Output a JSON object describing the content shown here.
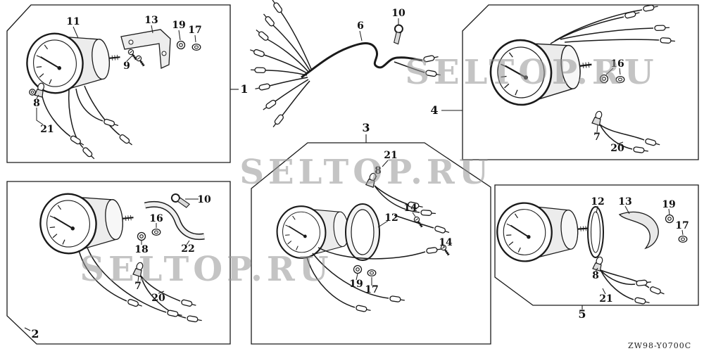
{
  "watermark": {
    "text": "SELTOP.RU"
  },
  "footer": {
    "code": "ZW98-Y0700C"
  },
  "sections": [
    {
      "name": "meter-group-1",
      "group": "1",
      "parts": [
        "11",
        "13",
        "19",
        "17",
        "9",
        "8",
        "21"
      ]
    },
    {
      "name": "wire-harness",
      "group": "",
      "parts": [
        "6",
        "10"
      ]
    },
    {
      "name": "meter-group-4",
      "group": "4",
      "parts": [
        "16",
        "7",
        "20"
      ]
    },
    {
      "name": "meter-group-2",
      "group": "2",
      "parts": [
        "10",
        "16",
        "18",
        "22",
        "7",
        "20"
      ]
    },
    {
      "name": "meter-group-3",
      "group": "3",
      "parts": [
        "21",
        "8",
        "14",
        "12",
        "14",
        "19",
        "17"
      ]
    },
    {
      "name": "meter-group-5",
      "group": "5",
      "parts": [
        "12",
        "13",
        "19",
        "17",
        "8",
        "21"
      ]
    }
  ]
}
